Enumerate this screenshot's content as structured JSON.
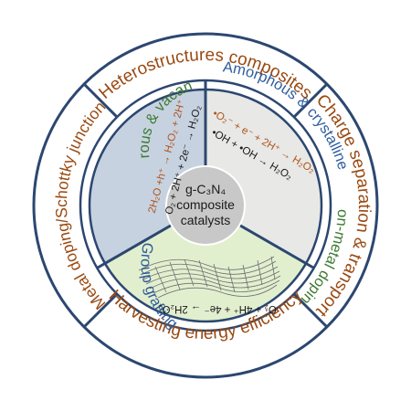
{
  "colors": {
    "outline": "#2c4770",
    "outer_text": "#9a4a12",
    "green_text": "#3e7a32",
    "blue_text": "#2e5c9c",
    "orange_text": "#b0541c",
    "dark_text": "#1a1a1a",
    "porous_fill": "#c7d2e1",
    "amorphous_fill": "#e8e8e6",
    "nonmetal_fill": "#e2efcf",
    "center_fill": "#c8c8c8"
  },
  "outer_ring": [
    "Heterostructures composites",
    "Charge separation & transport",
    "Harvesting energy efficiency",
    "Metal doping/Schottky junction"
  ],
  "middle_ring": {
    "porous": "Porous & vacancy",
    "amorphous": "Amorphous & crystalline",
    "nonmetal": "Non-metal doping",
    "group": "Group grafting"
  },
  "equations": {
    "porous_1": "2H₂O +h⁺ → H₂O₂ + 2H⁺",
    "porous_2": "O₂ + 2H⁺ + 2e⁻ → H₂O₂",
    "amorphous_1": "•O₂⁻ + e⁻ + 2H⁺ → H₂O₂",
    "amorphous_2": "•OH + •OH → H₂O₂",
    "nonmetal_1": "O₂ + 4H⁺ + 4e⁻ → 2H₂O₂"
  },
  "center": {
    "line1": "g-C₃N₄",
    "line2": "composite",
    "line3": "catalysts"
  }
}
